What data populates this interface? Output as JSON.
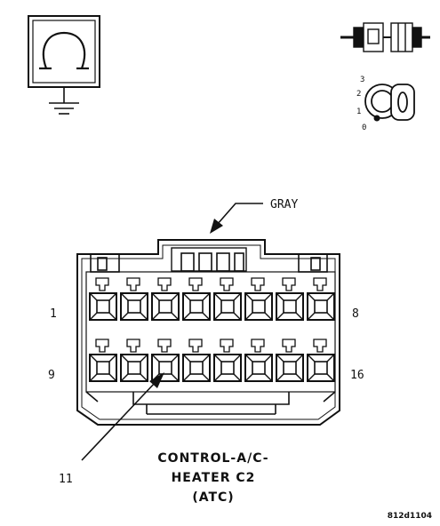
{
  "connector": {
    "color_label": "GRAY",
    "title_lines": [
      "CONTROL-A/C-",
      "HEATER C2",
      "(ATC)"
    ],
    "pin_labels": {
      "top_left": "1",
      "top_right": "8",
      "bottom_left": "9",
      "bottom_right": "16",
      "pointer": "11"
    }
  },
  "key_switch": {
    "positions": [
      "3",
      "2",
      "1",
      "0"
    ],
    "key_symbol": "0"
  },
  "figure_id": "812d1104",
  "icons": [
    "ohmmeter-ground-icon",
    "connector-plug-icon",
    "ignition-key-icon"
  ],
  "colors": {
    "ink": "#111111",
    "background": "#ffffff"
  }
}
